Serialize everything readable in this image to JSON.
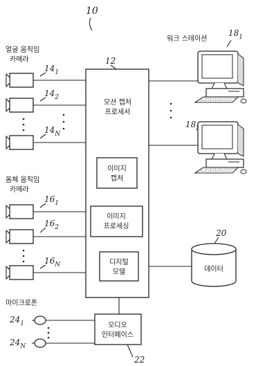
{
  "figure_number": "10",
  "groups": {
    "face_cameras": {
      "line1": "얼굴 움직임",
      "line2": "카메라"
    },
    "body_cameras": {
      "line1": "몸체 움직임",
      "line2": "카메라"
    },
    "microphones": {
      "label": "마이크로폰"
    },
    "workstations": {
      "label": "워크 스테이션"
    }
  },
  "processor": {
    "ref": "12",
    "title_line1": "모션 캡처",
    "title_line2": "프로세서"
  },
  "modules": {
    "image_capture": {
      "line1": "이미지",
      "line2": "캡처"
    },
    "image_processing": {
      "line1": "이미지",
      "line2": "프로세싱"
    },
    "digital_model": {
      "line1": "디지털",
      "line2": "모델"
    }
  },
  "database": {
    "ref": "20",
    "label": "데이터"
  },
  "audio_interface": {
    "ref": "22",
    "line1": "오디오",
    "line2": "인터페이스"
  },
  "refs": {
    "face_cam_1": {
      "main": "14",
      "sub": "1"
    },
    "face_cam_2": {
      "main": "14",
      "sub": "2"
    },
    "face_cam_n": {
      "main": "14",
      "sub": "N"
    },
    "body_cam_1": {
      "main": "16",
      "sub": "1"
    },
    "body_cam_2": {
      "main": "16",
      "sub": "2"
    },
    "body_cam_n": {
      "main": "16",
      "sub": "N"
    },
    "mic_1": {
      "main": "24",
      "sub": "1"
    },
    "mic_n": {
      "main": "24",
      "sub": "N"
    },
    "ws_1": {
      "main": "18",
      "sub": "1"
    },
    "ws_n": {
      "main": "18",
      "sub": "N"
    }
  }
}
